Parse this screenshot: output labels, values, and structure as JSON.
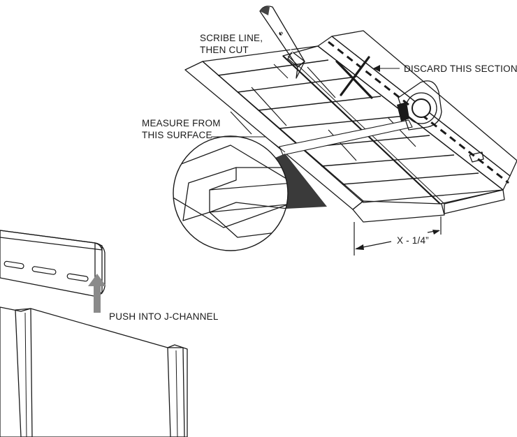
{
  "labels": {
    "scribe_line_1": "SCRIBE LINE,",
    "scribe_line_2": "THEN CUT",
    "discard": "DISCARD THIS SECTION",
    "measure_1": "MEASURE FROM",
    "measure_2": "THIS SURFACE",
    "dimension": "X - 1/4”",
    "push": "PUSH INTO J-CHANNEL"
  },
  "colors": {
    "panel": "#d9d9d9",
    "panel_dark": "#a8a8a8",
    "line": "#1a1a1a",
    "measure_tape": "#ffffff",
    "arrow": "#8a8a8a"
  },
  "icons": [
    "utility-knife-icon",
    "tape-measure-icon",
    "discard-x-icon",
    "push-arrow-icon"
  ]
}
